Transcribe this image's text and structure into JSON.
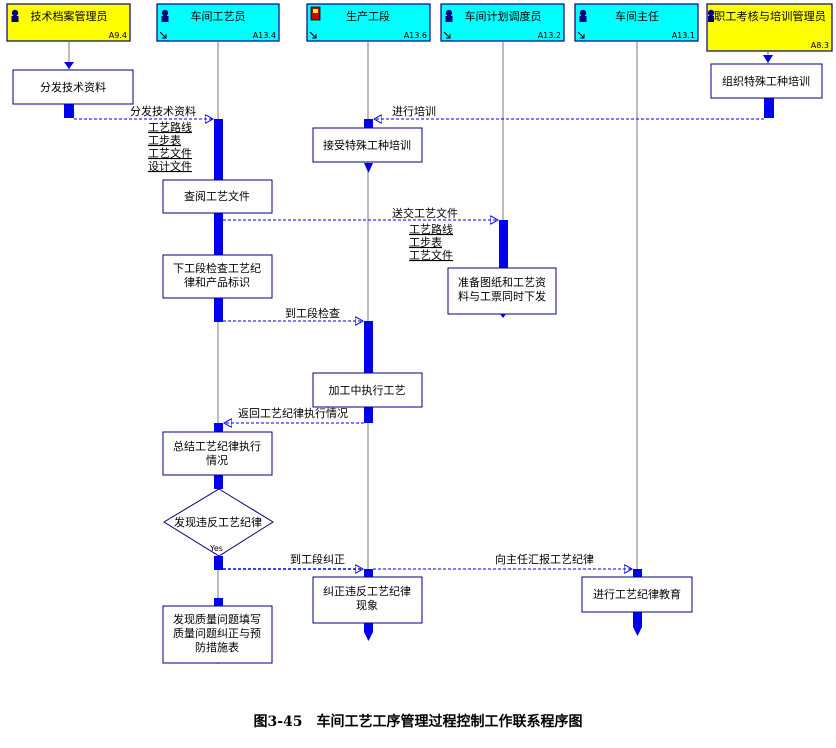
{
  "caption": "图3-45　车间工艺工序管理过程控制工作联系程序图",
  "colors": {
    "header_yellow": "#ffff00",
    "header_cyan": "#00ffff",
    "activation": "#0000ee",
    "box_border": "#000080",
    "header_border": "#000080"
  },
  "lanes": [
    {
      "id": "archive",
      "title": "技术档案管理员",
      "code": "A9.4",
      "color": "yellow",
      "icon": "person-icon"
    },
    {
      "id": "craftsman",
      "title": "车间工艺员",
      "code": "A13.4",
      "color": "cyan",
      "icon": "person-icon"
    },
    {
      "id": "section",
      "title": "生产工段",
      "code": "A13.6",
      "color": "cyan",
      "icon": "production-icon"
    },
    {
      "id": "dispatcher",
      "title": "车间计划调度员",
      "code": "A13.2",
      "color": "cyan",
      "icon": "person-icon"
    },
    {
      "id": "director",
      "title": "车间主任",
      "code": "A13.1",
      "color": "cyan",
      "icon": "person-icon"
    },
    {
      "id": "training",
      "title": "职工考核与培训管理员",
      "code": "A8.3",
      "color": "yellow",
      "icon": "person-icon"
    }
  ],
  "boxes": [
    {
      "id": "distribute",
      "lines": [
        "分发技术资料"
      ]
    },
    {
      "id": "organize-training",
      "lines": [
        "组织特殊工种培训"
      ]
    },
    {
      "id": "accept-training",
      "lines": [
        "接受特殊工种培训"
      ]
    },
    {
      "id": "review-docs",
      "lines": [
        "查阅工艺文件"
      ]
    },
    {
      "id": "prepare-drawings",
      "lines": [
        "准备图纸和工艺资",
        "料与工票同时下发"
      ]
    },
    {
      "id": "check-discipline",
      "lines": [
        "下工段检查工艺纪",
        "律和产品标识"
      ]
    },
    {
      "id": "execute-process",
      "lines": [
        "加工中执行工艺"
      ]
    },
    {
      "id": "summarize",
      "lines": [
        "总结工艺纪律执行",
        "情况"
      ]
    },
    {
      "id": "correct",
      "lines": [
        "纠正违反工艺纪律",
        "现象"
      ]
    },
    {
      "id": "educate",
      "lines": [
        "进行工艺纪律教育"
      ]
    },
    {
      "id": "fill-form",
      "lines": [
        "发现质量问题填写",
        "质量问题纠正与预",
        "防措施表"
      ]
    }
  ],
  "decision": {
    "label": "发现违反工艺纪律",
    "yes": "Yes"
  },
  "messages": [
    {
      "id": "msg-distribute",
      "label": "分发技术资料"
    },
    {
      "id": "msg-training",
      "label": "进行培训"
    },
    {
      "id": "msg-send",
      "label": "送交工艺文件"
    },
    {
      "id": "msg-check",
      "label": "到工段检查"
    },
    {
      "id": "msg-return",
      "label": "返回工艺纪律执行情况"
    },
    {
      "id": "msg-correct",
      "label": "到工段纠正"
    },
    {
      "id": "msg-report",
      "label": "向主任汇报工艺纪律"
    }
  ],
  "notes": [
    {
      "id": "docs-list-1",
      "lines": [
        "工艺路线",
        "工步表",
        "工艺文件",
        "设计文件"
      ]
    },
    {
      "id": "docs-list-2",
      "lines": [
        "工艺路线",
        "工步表",
        "工艺文件"
      ]
    }
  ]
}
